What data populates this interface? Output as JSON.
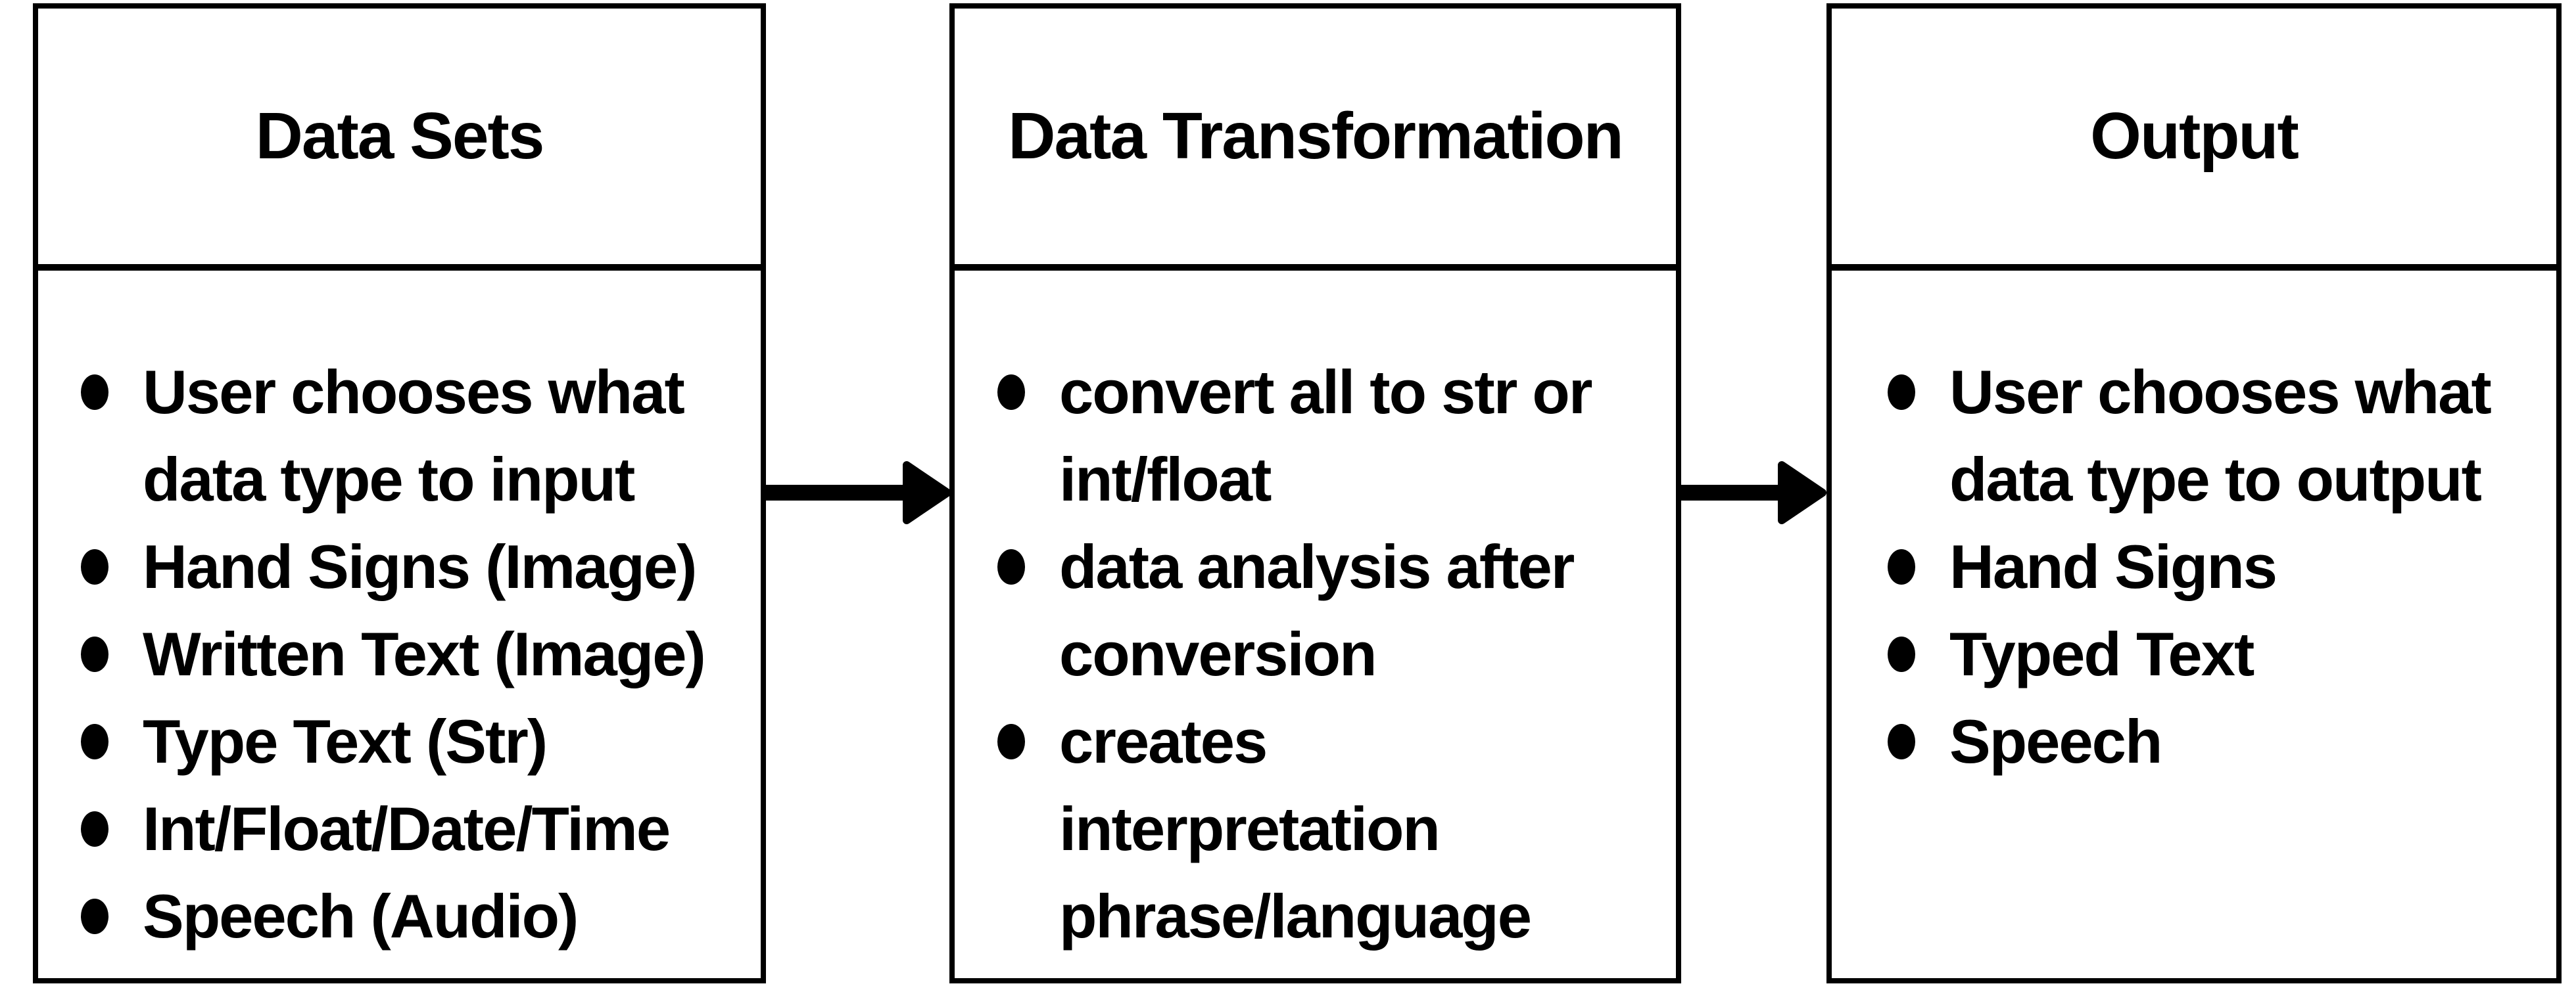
{
  "diagram": {
    "colors": {
      "background": "#ffffff",
      "line": "#000000",
      "text": "#000000"
    },
    "boxes": [
      {
        "title": "Data Sets",
        "bullets": [
          {
            "lines": [
              "User chooses what",
              "data type to input"
            ]
          },
          {
            "lines": [
              "Hand Signs (Image)"
            ]
          },
          {
            "lines": [
              "Written Text (Image)"
            ]
          },
          {
            "lines": [
              "Type Text (Str)"
            ]
          },
          {
            "lines": [
              "Int/Float/Date/Time"
            ]
          },
          {
            "lines": [
              "Speech (Audio)"
            ]
          }
        ]
      },
      {
        "title": "Data Transformation",
        "bullets": [
          {
            "lines": [
              "convert all to str or",
              "int/float"
            ]
          },
          {
            "lines": [
              "data analysis after",
              "conversion"
            ]
          },
          {
            "lines": [
              "creates",
              "interpretation",
              "phrase/language"
            ]
          }
        ]
      },
      {
        "title": "Output",
        "bullets": [
          {
            "lines": [
              "User chooses what",
              "data type to output"
            ]
          },
          {
            "lines": [
              "Hand Signs"
            ]
          },
          {
            "lines": [
              "Typed Text"
            ]
          },
          {
            "lines": [
              "Speech"
            ]
          }
        ]
      }
    ],
    "arrows": [
      {
        "icon": "right-arrow-icon"
      },
      {
        "icon": "right-arrow-icon"
      }
    ]
  }
}
